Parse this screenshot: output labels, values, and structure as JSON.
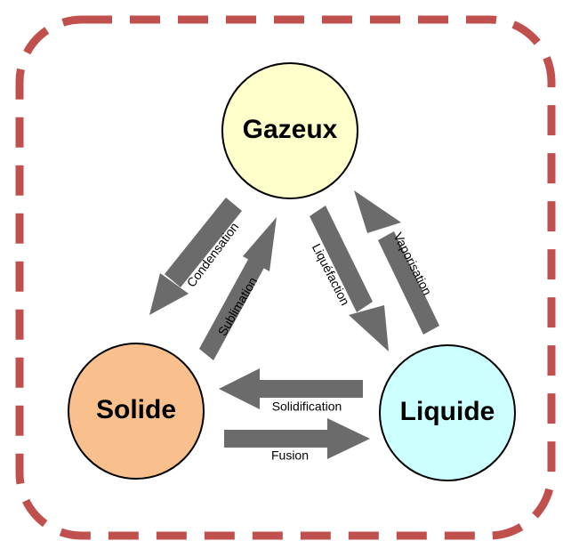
{
  "diagram": {
    "states": {
      "gas": {
        "label": "Gazeux",
        "fill": "#ffffcc"
      },
      "solid": {
        "label": "Solide",
        "fill": "#f9c08e"
      },
      "liquid": {
        "label": "Liquide",
        "fill": "#ccffff"
      }
    },
    "transitions": {
      "condensation": "Condensation",
      "sublimation": "Sublimation",
      "liquefaction": "Liquéfaction",
      "vaporisation": "Vaporisation",
      "solidification": "Solidification",
      "fusion": "Fusion"
    },
    "colors": {
      "frame": "#c0504d",
      "arrow": "#6b6b6b",
      "circle_stroke": "#000000"
    }
  }
}
